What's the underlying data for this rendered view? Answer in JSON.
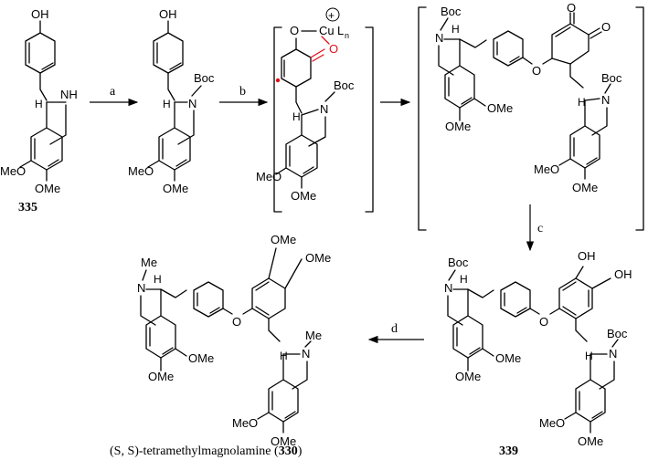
{
  "labels": {
    "oh": "OH",
    "nh": "NH",
    "n": "N",
    "h": "H",
    "boc": "Boc",
    "me": "Me",
    "ome": "OMe",
    "meo": "MeO",
    "o": "O",
    "cu": "Cu",
    "l": "L",
    "n_sub": "n",
    "plus": "+"
  },
  "compounds": {
    "c335": "335",
    "c339": "339",
    "product_prefix": "(S, S)-tetramethylmagnolamine (",
    "product_number": "330",
    "product_suffix": ")"
  },
  "steps": {
    "a": "a",
    "b": "b",
    "c": "c",
    "d": "d"
  },
  "colors": {
    "ink": "#000000",
    "highlight": "#e0101a"
  }
}
